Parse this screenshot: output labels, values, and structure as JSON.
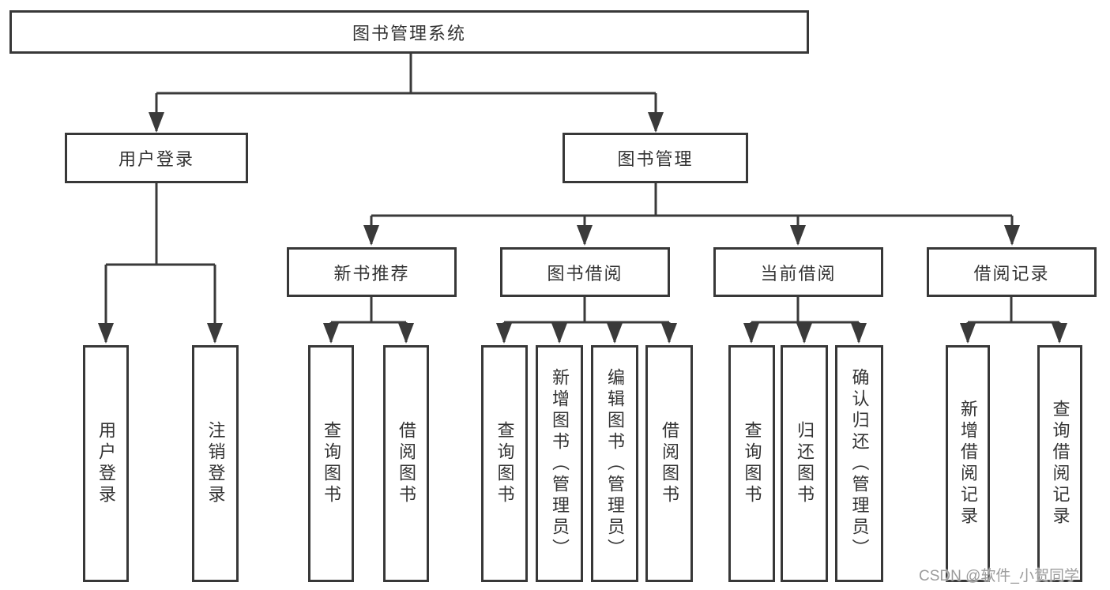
{
  "root": {
    "label": "图书管理系统"
  },
  "branches": {
    "user_login": {
      "label": "用户登录",
      "children": [
        "用户登录",
        "注销登录"
      ]
    },
    "book_mgmt": {
      "label": "图书管理",
      "sections": [
        {
          "label": "新书推荐",
          "children": [
            "查询图书",
            "借阅图书"
          ]
        },
        {
          "label": "图书借阅",
          "children": [
            "查询图书",
            "新增图书（管理员）",
            "编辑图书（管理员）",
            "借阅图书"
          ]
        },
        {
          "label": "当前借阅",
          "children": [
            "查询图书",
            "归还图书",
            "确认归还（管理员）"
          ]
        },
        {
          "label": "借阅记录",
          "children": [
            "新增借阅记录",
            "查询借阅记录"
          ]
        }
      ]
    }
  },
  "watermark": {
    "text": "CSDN @软件_小贺同学"
  },
  "colors": {
    "line": "#3a3a3a",
    "box_border": "#383838",
    "box_fill": "#ffffff",
    "text": "#333333",
    "watermark": "#9c9c9c",
    "background": "#ffffff"
  }
}
